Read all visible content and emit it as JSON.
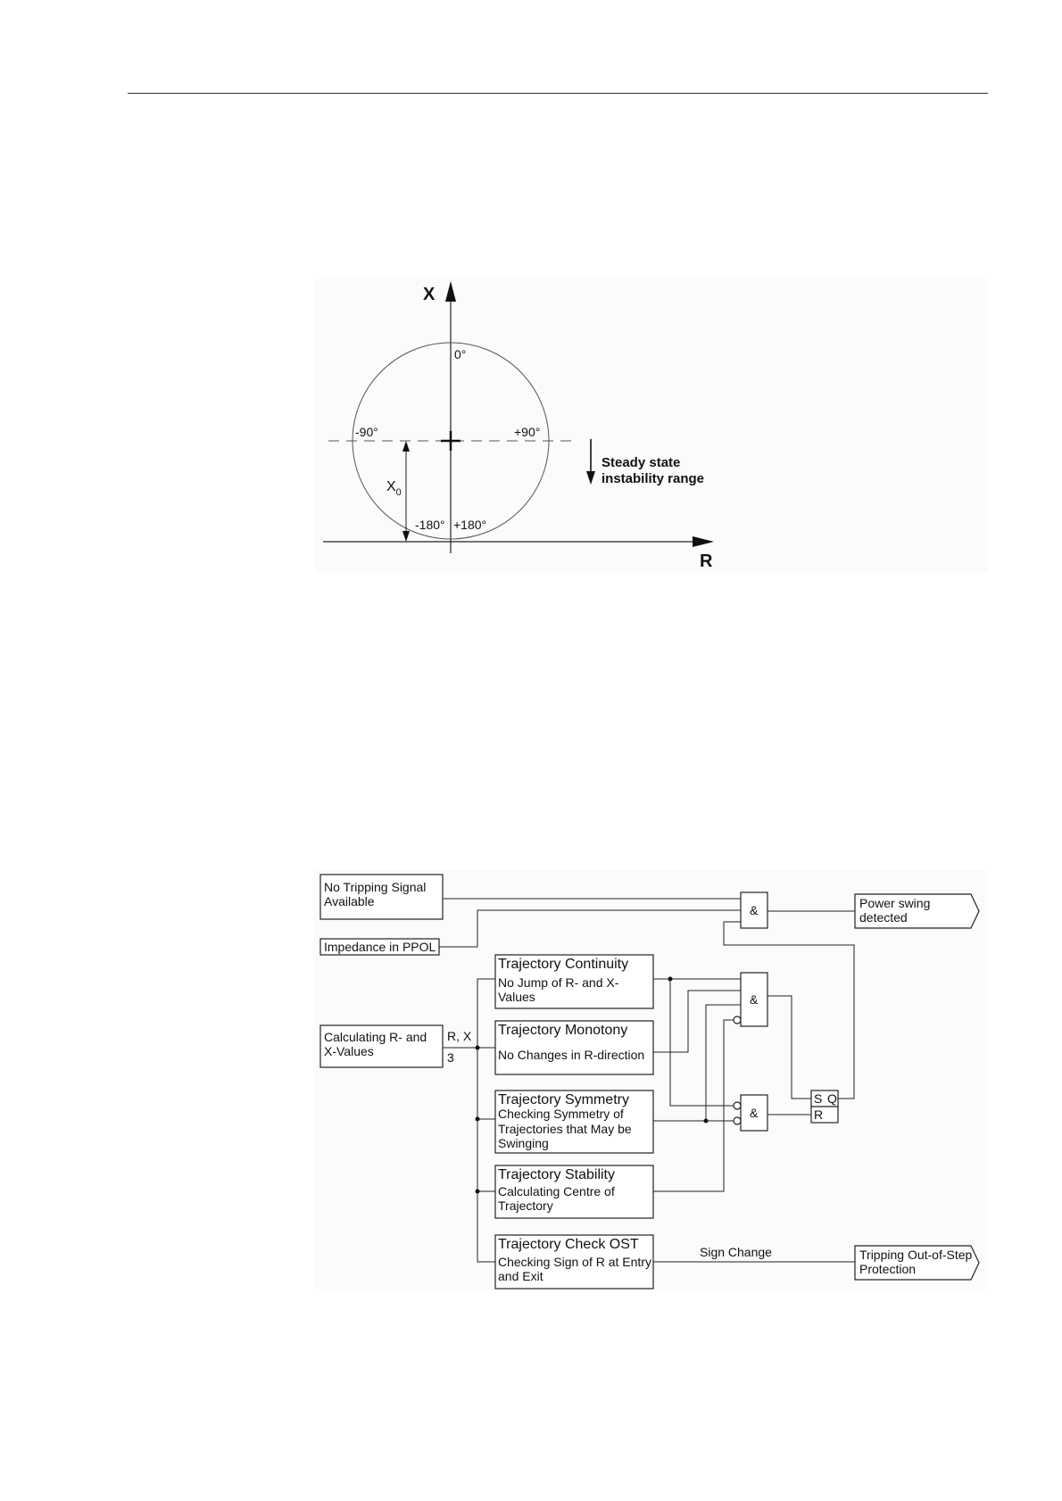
{
  "figure1": {
    "x_axis": "R",
    "y_axis": "X",
    "angle_top": "0°",
    "angle_left": "-90°",
    "angle_right": "+90°",
    "angle_bottom_left": "-180°",
    "angle_bottom_right": "+180°",
    "offset_label": "X",
    "offset_subscript": "0",
    "range_line1": "Steady state",
    "range_line2": "instability range"
  },
  "figure2": {
    "inputs": {
      "no_tripping": [
        "No Tripping Signal",
        "Available"
      ],
      "impedance": "Impedance in PPOL",
      "calculating": [
        "Calculating R- and",
        "X-Values"
      ]
    },
    "bus_label": "R, X",
    "bus_count": "3",
    "blocks": [
      {
        "title": "Trajectory Continuity",
        "lines": [
          "No Jump of R- and X-",
          "Values"
        ]
      },
      {
        "title": "Trajectory Monotony",
        "lines": [
          "No Changes in R-direction"
        ]
      },
      {
        "title": "Trajectory Symmetry",
        "lines": [
          "Checking Symmetry of",
          "Trajectories that May be",
          "Swinging"
        ]
      },
      {
        "title": "Trajectory Stability",
        "lines": [
          "Calculating Centre of",
          "Trajectory"
        ]
      },
      {
        "title": "Trajectory Check OST",
        "lines": [
          "Checking Sign of R at Entry",
          "and Exit"
        ]
      }
    ],
    "gate_symbol": "&",
    "flipflop": {
      "s": "S",
      "q": "Q",
      "r": "R"
    },
    "sign_change": "Sign Change",
    "outputs": {
      "power_swing": [
        "Power swing",
        "detected"
      ],
      "tripping_ost": [
        "Tripping Out-of-Step",
        "Protection"
      ]
    }
  }
}
